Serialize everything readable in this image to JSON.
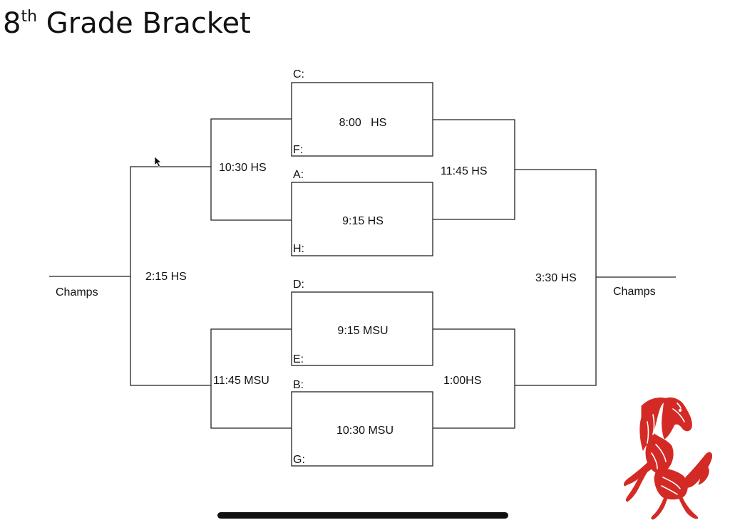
{
  "title": {
    "prefix": "8",
    "superscript": "th",
    "rest": " Grade Bracket"
  },
  "games": {
    "g1": "8:00   HS",
    "g2": "9:15 HS",
    "g3": "9:15 MSU",
    "g4": "10:30 MSU"
  },
  "teams": {
    "c": "C:",
    "f": "F:",
    "a": "A:",
    "h": "H:",
    "d": "D:",
    "e": "E:",
    "b": "B:",
    "g": "G:"
  },
  "left_side": {
    "top_semi": "10:30 HS",
    "bottom_semi": "11:45 MSU",
    "final": "2:15 HS",
    "champs": "Champs"
  },
  "right_side": {
    "top_semi": "11:45 HS",
    "bottom_semi": "1:00HS",
    "final": "3:30 HS",
    "champs": "Champs"
  },
  "colors": {
    "mascot_red": "#d42a25"
  },
  "icons": {
    "mascot": "mustang-mascot-logo",
    "cursor": "mouse-cursor-icon"
  }
}
